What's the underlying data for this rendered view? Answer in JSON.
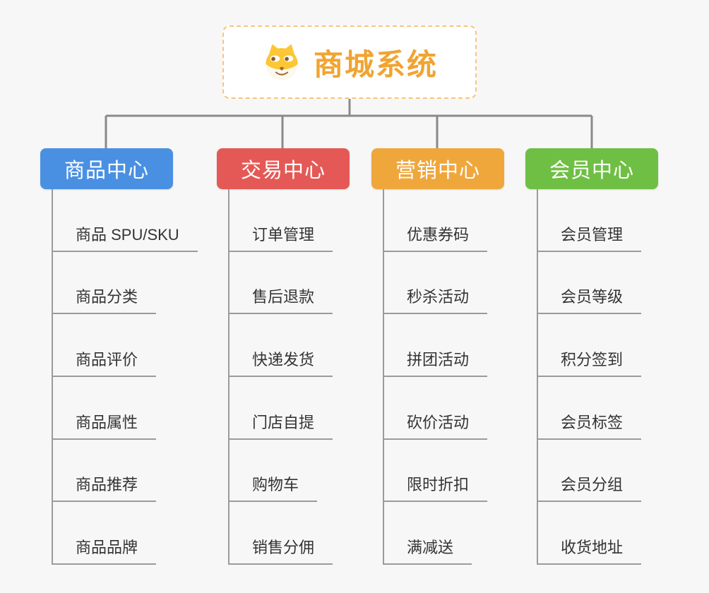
{
  "root": {
    "title": "商城系统",
    "icon": "dog-face-icon",
    "title_color": "#f0a431",
    "border_color": "#f8c57c"
  },
  "connector_color": "#8a8a8a",
  "line_color": "#9b9b9b",
  "branches": [
    {
      "label": "商品中心",
      "color": "#4a90e2",
      "children": [
        "商品 SPU/SKU",
        "商品分类",
        "商品评价",
        "商品属性",
        "商品推荐",
        "商品品牌"
      ]
    },
    {
      "label": "交易中心",
      "color": "#e45956",
      "children": [
        "订单管理",
        "售后退款",
        "快递发货",
        "门店自提",
        "购物车",
        "销售分佣"
      ]
    },
    {
      "label": "营销中心",
      "color": "#efa73c",
      "children": [
        "优惠券码",
        "秒杀活动",
        "拼团活动",
        "砍价活动",
        "限时折扣",
        "满减送"
      ]
    },
    {
      "label": "会员中心",
      "color": "#6fbf44",
      "children": [
        "会员管理",
        "会员等级",
        "积分签到",
        "会员标签",
        "会员分组",
        "收货地址"
      ]
    }
  ]
}
